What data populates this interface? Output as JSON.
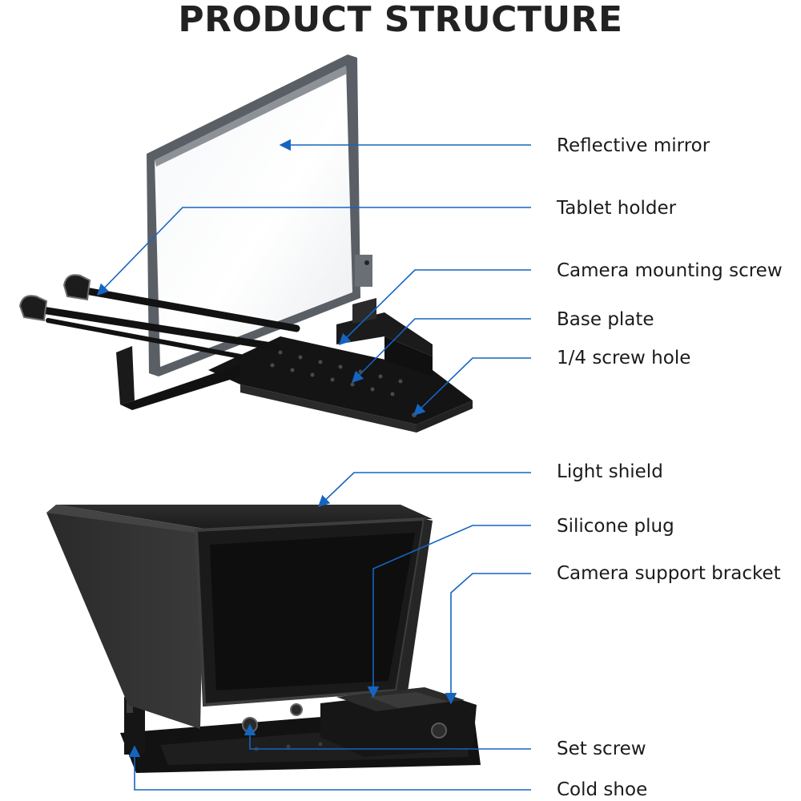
{
  "title": "PRODUCT STRUCTURE",
  "colors": {
    "leader": "#1565c0",
    "device": "#151515",
    "frame": "#555a60"
  },
  "labels": [
    {
      "id": "reflective-mirror",
      "text": "Reflective mirror"
    },
    {
      "id": "tablet-holder",
      "text": "Tablet holder"
    },
    {
      "id": "camera-mounting-screw",
      "text": "Camera mounting screw"
    },
    {
      "id": "base-plate",
      "text": "Base plate"
    },
    {
      "id": "screw-hole",
      "text": "1/4 screw hole"
    },
    {
      "id": "light-shield",
      "text": "Light shield"
    },
    {
      "id": "silicone-plug",
      "text": "Silicone plug"
    },
    {
      "id": "camera-support-bracket",
      "text": "Camera support bracket"
    },
    {
      "id": "set-screw",
      "text": "Set screw"
    },
    {
      "id": "cold-shoe",
      "text": "Cold shoe"
    }
  ]
}
